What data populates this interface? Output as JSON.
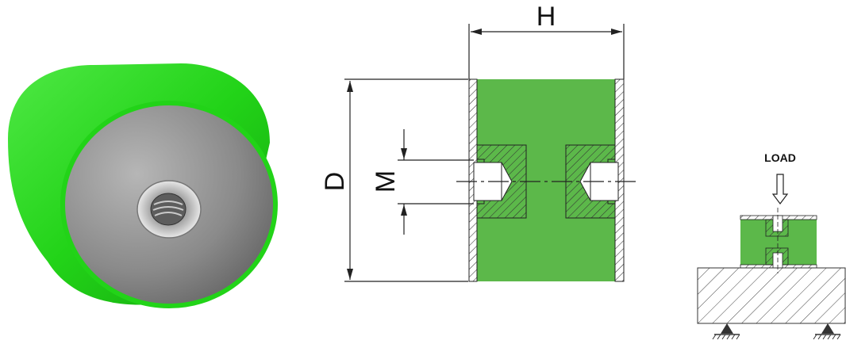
{
  "labels": {
    "height": "H",
    "diameter": "D",
    "thread": "M",
    "load": "LOAD"
  },
  "colors": {
    "rubber": "#5cb84a",
    "rubber_3d": "#22d318",
    "metal_face": "#8a8a8a",
    "hatch": "#444444"
  }
}
